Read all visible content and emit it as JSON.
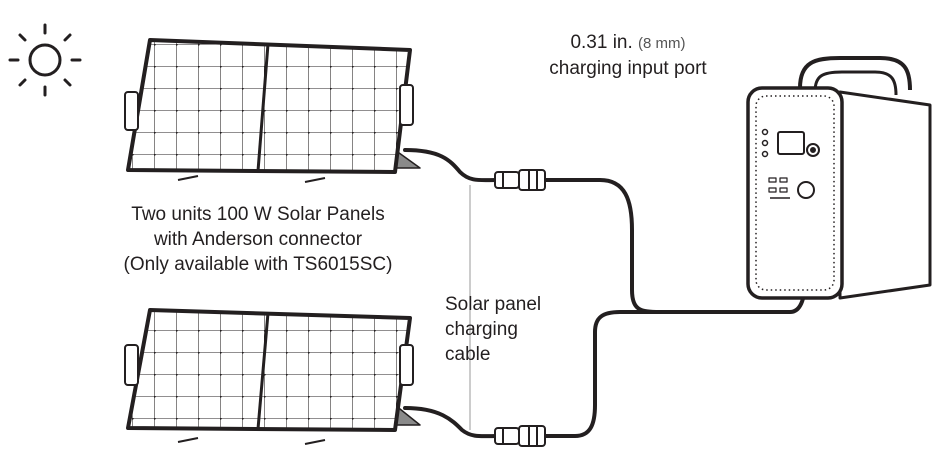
{
  "port_label": {
    "size_primary": "0.31 in.",
    "size_secondary": "(8 mm)",
    "description": "charging input port"
  },
  "panel_label": {
    "lines": [
      "Two units 100 W Solar Panels",
      "with Anderson connector",
      "(Only available with TS6015SC)"
    ]
  },
  "cable_label": {
    "lines": [
      "Solar panel",
      "charging",
      "cable"
    ]
  },
  "icons": [
    "sun-icon",
    "solar-panel-icon",
    "power-station-icon",
    "anderson-connector-icon"
  ],
  "colors": {
    "ink": "#231f20",
    "background": "#ffffff"
  }
}
